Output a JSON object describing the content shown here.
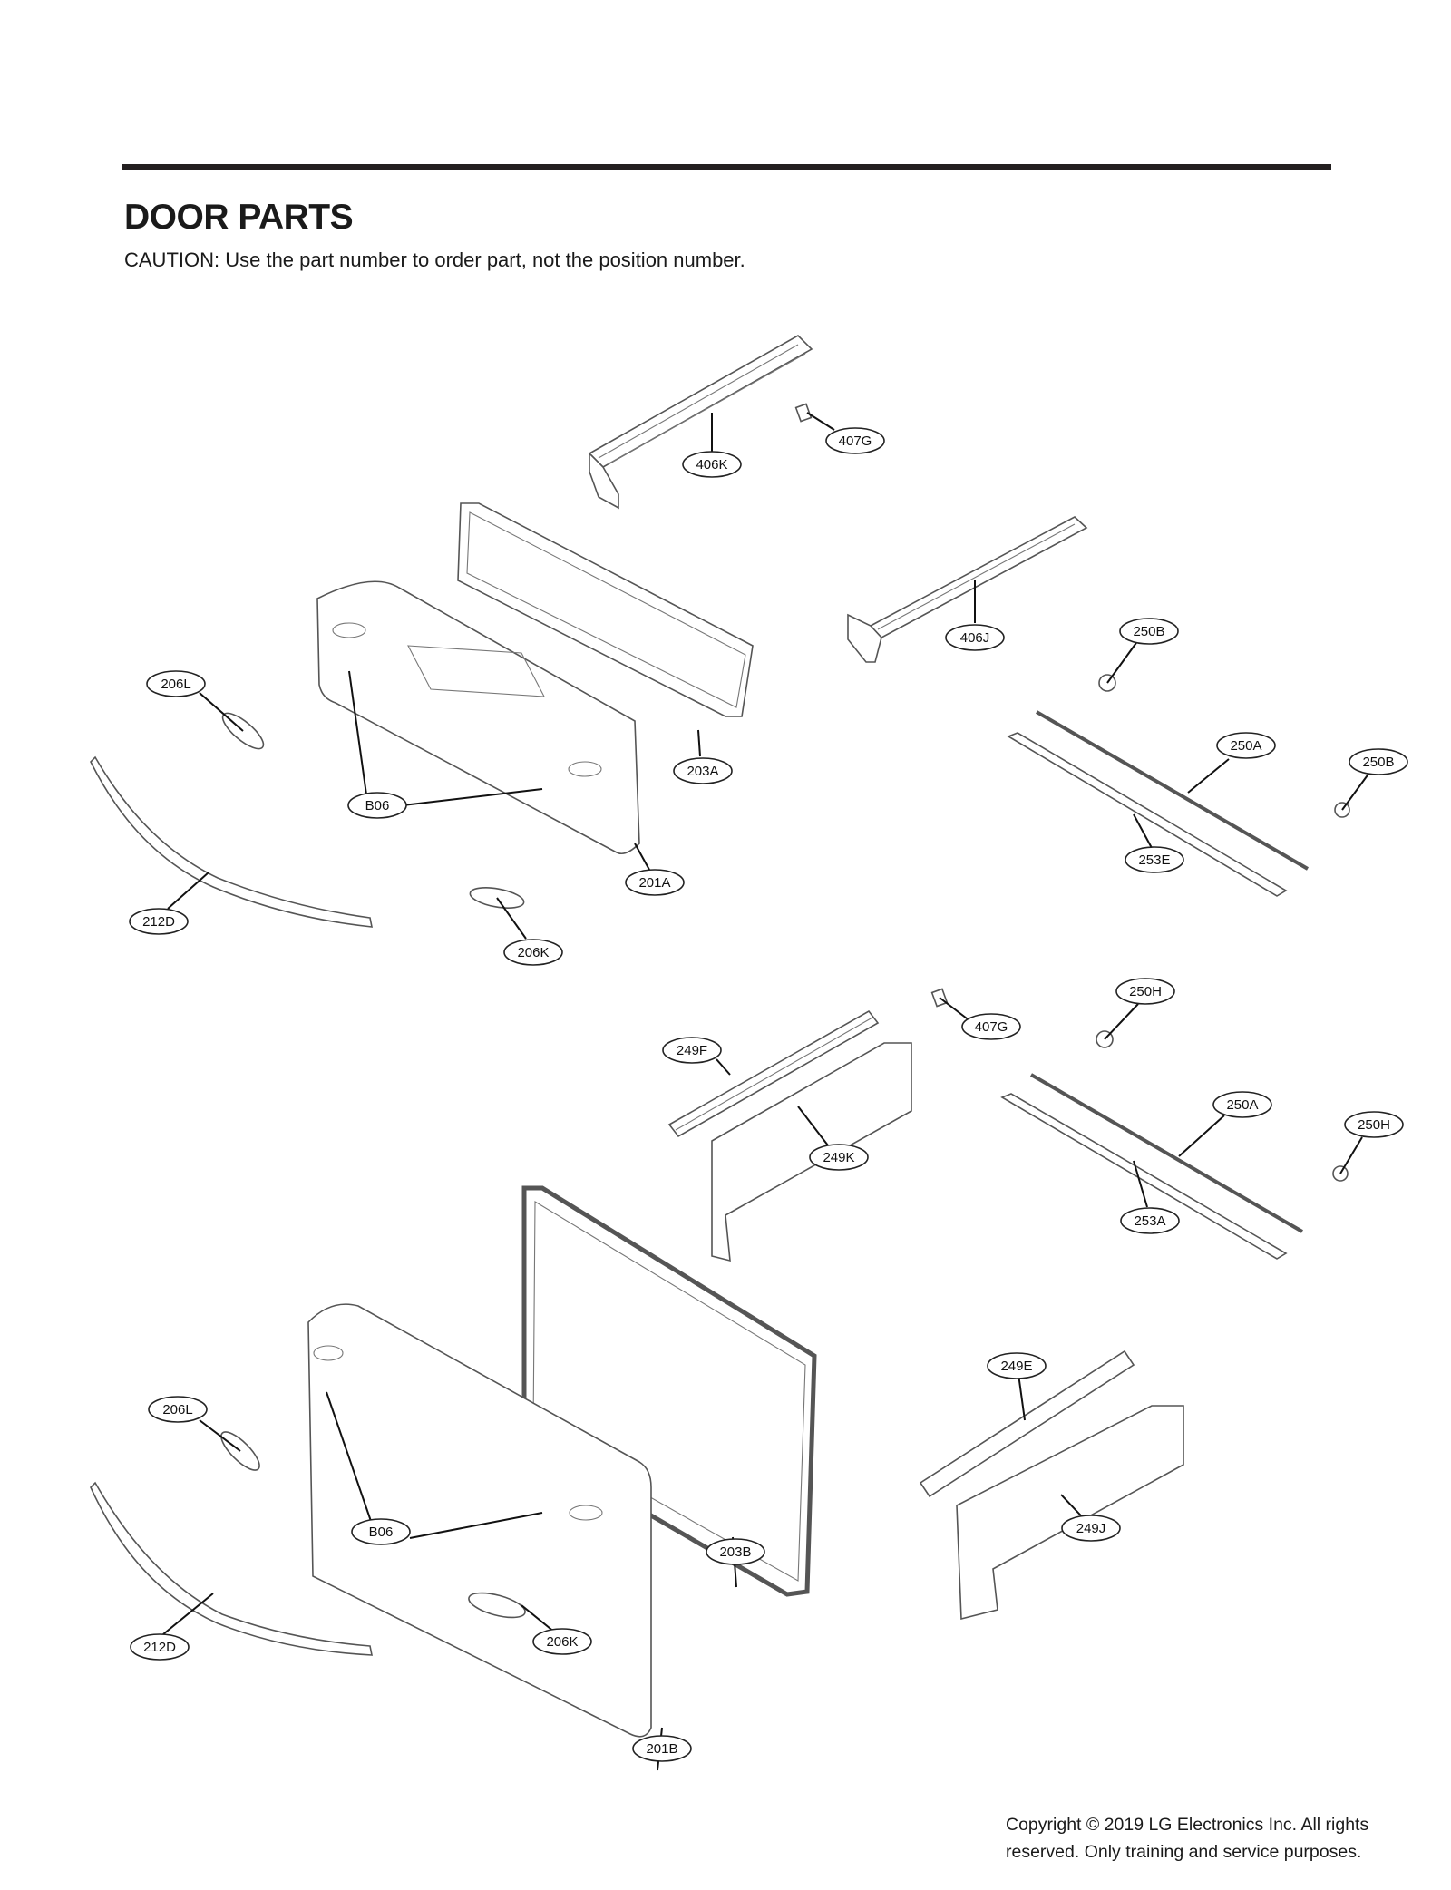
{
  "header": {
    "title": "DOOR PARTS",
    "caution": "CAUTION: Use the part number to order part, not the position number."
  },
  "footer": {
    "copyright_line1": "Copyright © 2019  LG Electronics Inc. All rights",
    "copyright_line2": "reserved. Only training and service purposes."
  },
  "callouts": [
    "406K",
    "407G",
    "406J",
    "250B",
    "206L",
    "203A",
    "250A",
    "250B",
    "B06",
    "253E",
    "201A",
    "212D",
    "206K",
    "250H",
    "407G",
    "249F",
    "250A",
    "250H",
    "249K",
    "253A",
    "249E",
    "206L",
    "249J",
    "B06",
    "203B",
    "212D",
    "206K",
    "201B"
  ]
}
